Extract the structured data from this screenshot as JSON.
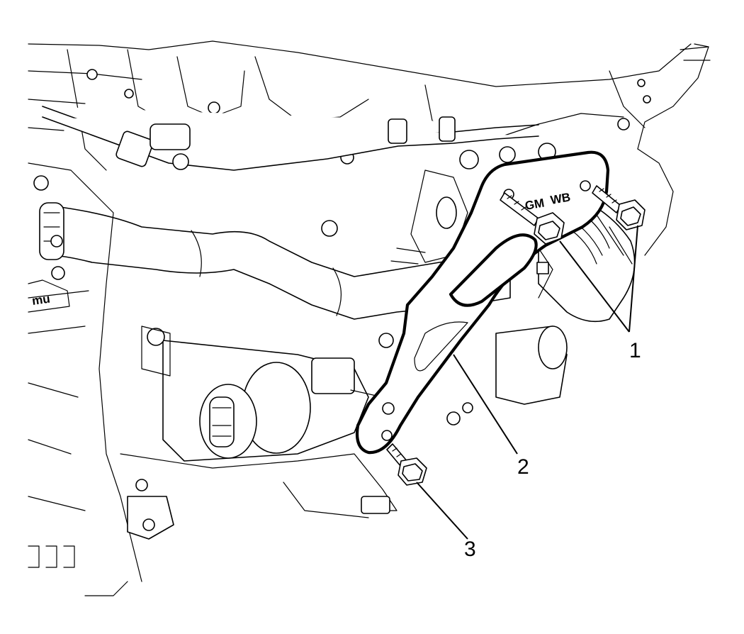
{
  "callouts": [
    {
      "id": "1",
      "label": "1"
    },
    {
      "id": "2",
      "label": "2"
    },
    {
      "id": "3",
      "label": "3"
    }
  ],
  "bracket_markings": {
    "left": "GM",
    "right": "WB"
  }
}
